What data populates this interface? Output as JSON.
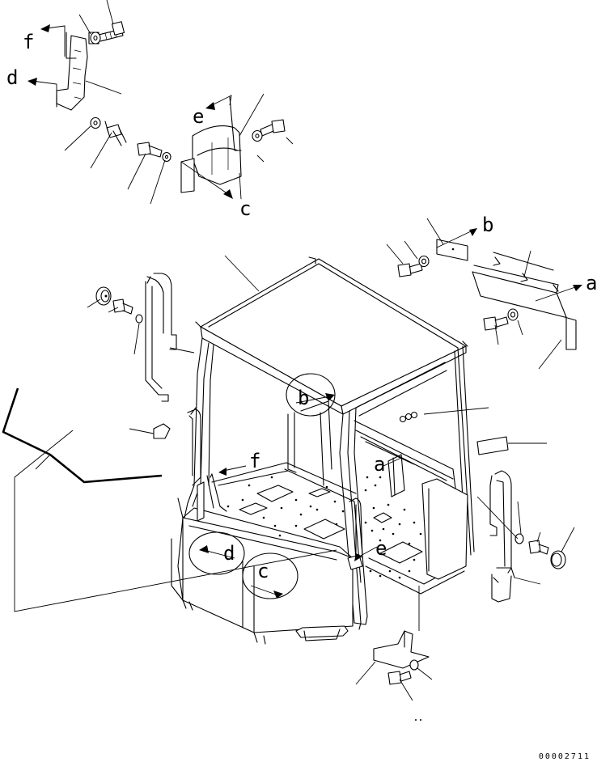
{
  "labels": {
    "a_right": "a",
    "a_inner": "a",
    "b_top": "b",
    "b_circle": "b",
    "c_top": "c",
    "c_circle": "c",
    "d_top": "d",
    "d_circle": "d",
    "e_top": "e",
    "e_circle": "e",
    "f_top": "f",
    "f_inner": "f"
  },
  "drawing_code": "00002711"
}
